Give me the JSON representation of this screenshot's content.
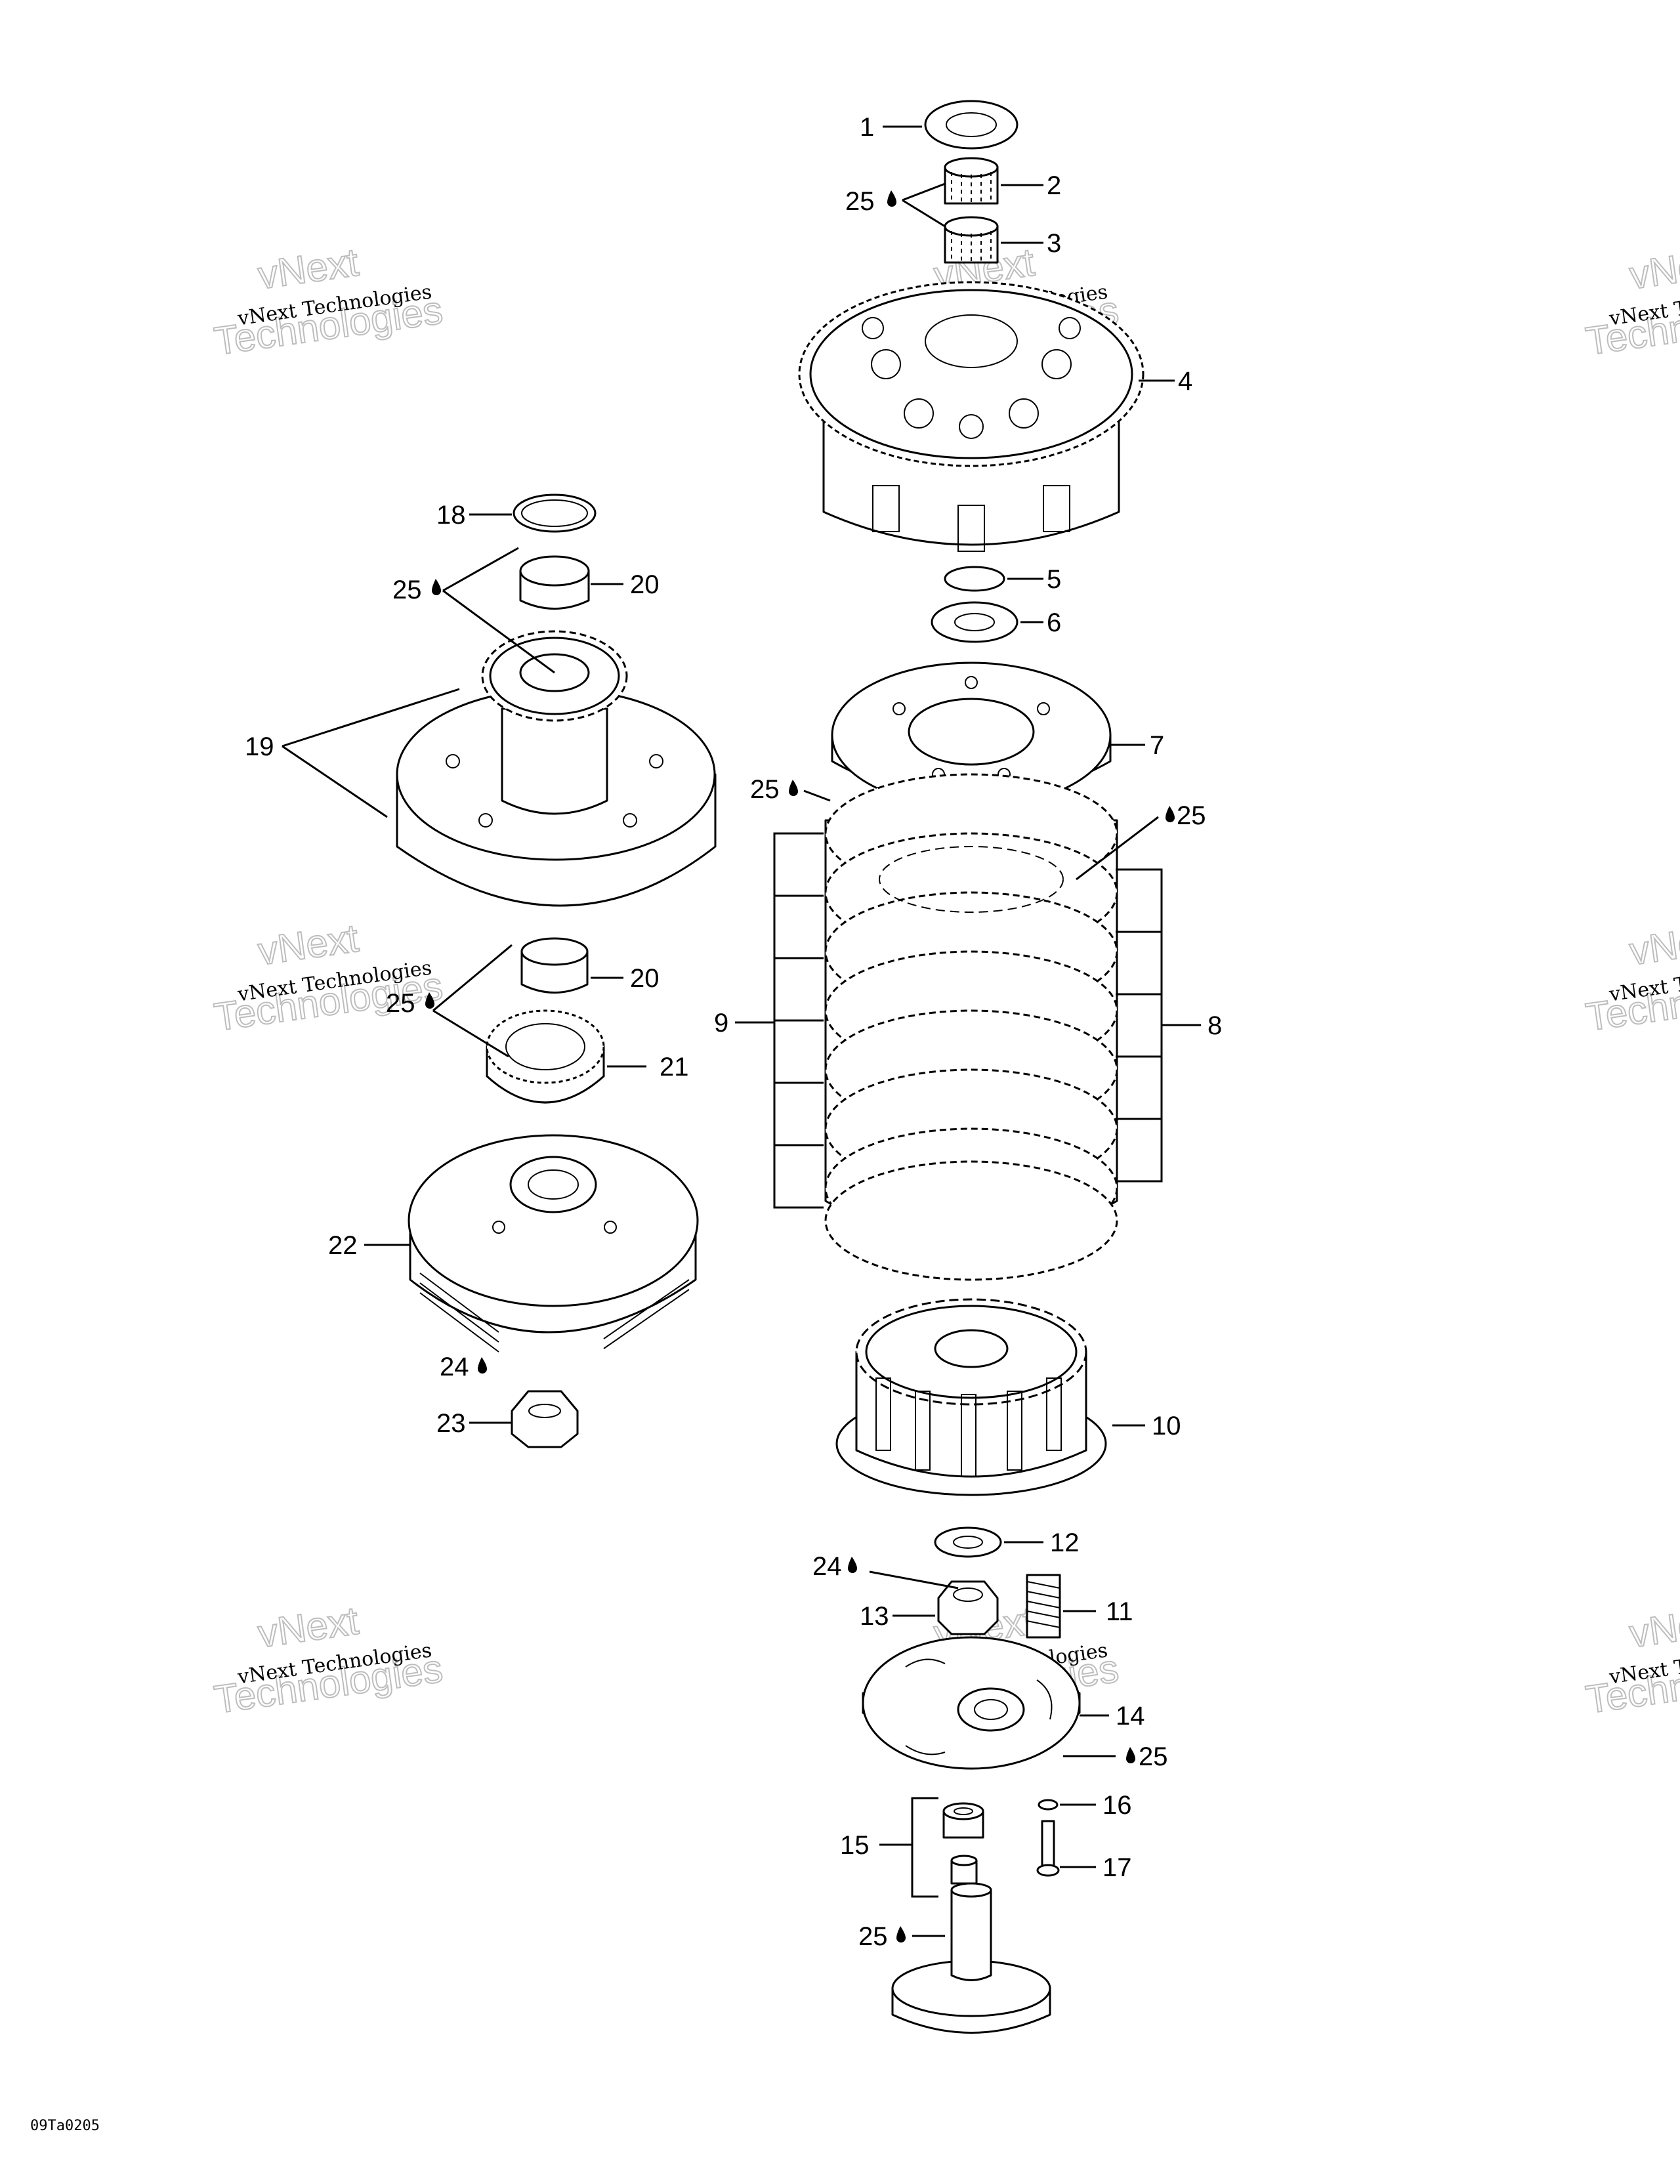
{
  "callouts": {
    "c1": "1",
    "c2": "2",
    "c3": "3",
    "c4": "4",
    "c5": "5",
    "c6": "6",
    "c7": "7",
    "c8": "8",
    "c9": "9",
    "c10": "10",
    "c11": "11",
    "c12": "12",
    "c13": "13",
    "c14": "14",
    "c15": "15",
    "c16": "16",
    "c17": "17",
    "c18": "18",
    "c19": "19",
    "c20a": "20",
    "c20b": "20",
    "c21": "21",
    "c22": "22",
    "c23": "23",
    "c24a": "24",
    "c24b": "24",
    "c25a": "25",
    "c25b": "25",
    "c25c": "25",
    "c25d": "25",
    "c25e": "25",
    "c25f": "25",
    "c25g": "25"
  },
  "watermark": {
    "line_small": "vNext Technologies",
    "line_big_a": "vNext",
    "line_big_b": "Technologies"
  },
  "drawing_code": "09Ta0205",
  "icons": [
    "oil-drop-icon"
  ]
}
